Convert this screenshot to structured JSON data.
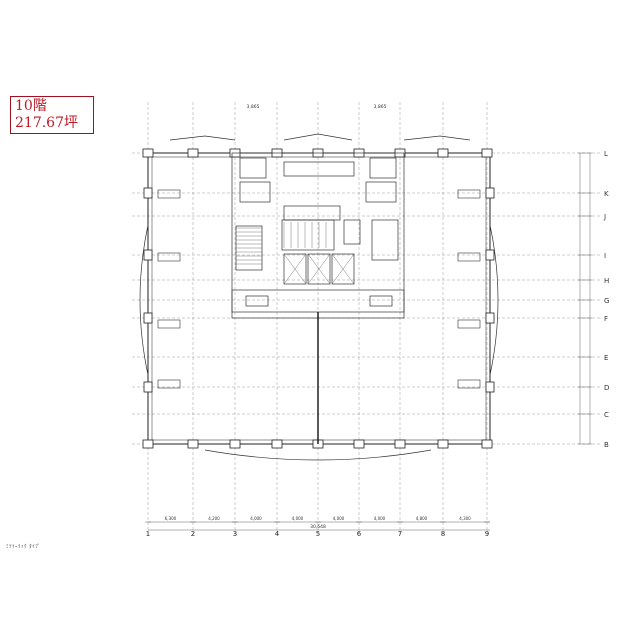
{
  "floor_label": {
    "name": "10階",
    "area": "217.67坪"
  },
  "column_labels": [
    "1",
    "2",
    "3",
    "4",
    "5",
    "6",
    "7",
    "8",
    "9"
  ],
  "row_labels": [
    "L",
    "K",
    "J",
    "I",
    "H",
    "G",
    "F",
    "E",
    "D",
    "C",
    "B"
  ],
  "bottom_dims": [
    "6,300",
    "4,200",
    "4,000",
    "4,000",
    "4,000",
    "4,000",
    "4,800",
    "4,300"
  ],
  "total_dim": "30,648",
  "top_dims": [
    "3,865",
    "3,865"
  ],
  "footer_note": "ﾐﾂｲｰﾗｯｸ ﾀｲﾌﾟ"
}
